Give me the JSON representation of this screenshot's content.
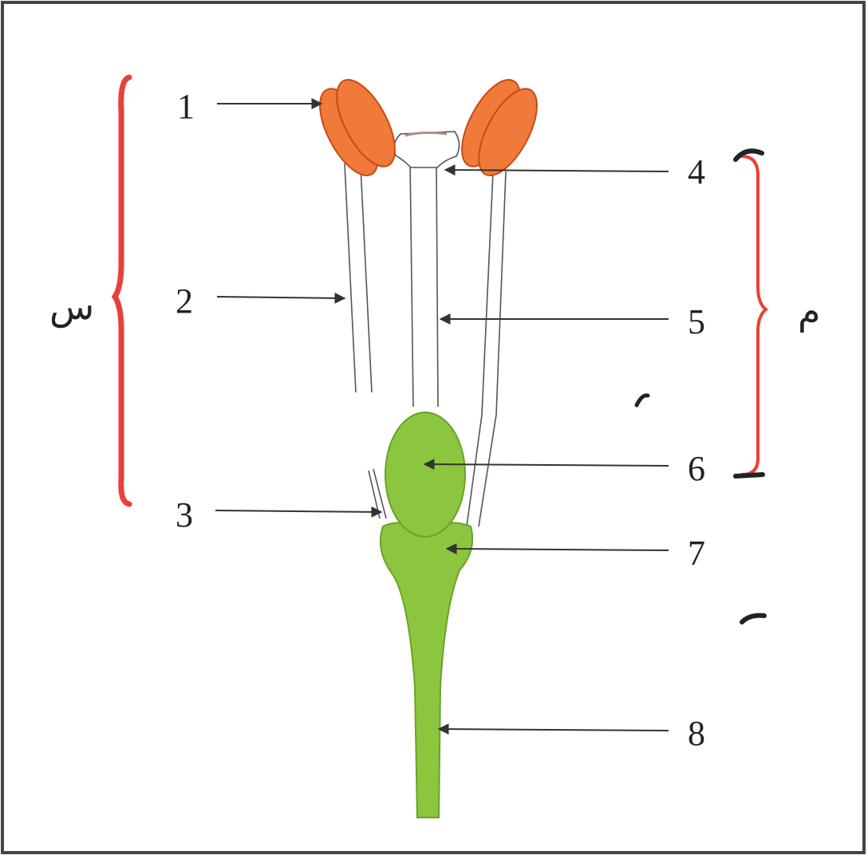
{
  "diagram": {
    "labels": {
      "l1": "1",
      "l2": "2",
      "l3": "3",
      "l4": "4",
      "l5": "5",
      "l6": "6",
      "l7": "7",
      "l8": "8"
    },
    "bracket_left": "س",
    "bracket_right": "م",
    "colors": {
      "anther": "#f07a3a",
      "anther_dark": "#c84a14",
      "green": "#8cc63f",
      "green_dark": "#6aa22a",
      "bracket": "#e8403a",
      "arrow": "#333333",
      "frame": "#444444"
    }
  }
}
